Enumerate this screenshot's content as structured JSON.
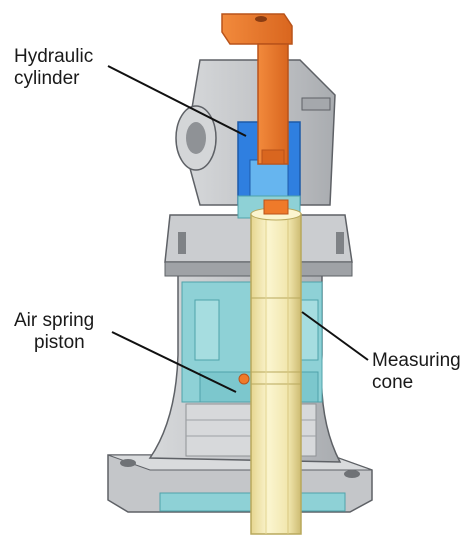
{
  "labels": {
    "hydraulic_cylinder": [
      "Hydraulic",
      "cylinder"
    ],
    "air_spring_piston": [
      "Air spring",
      "piston"
    ],
    "measuring_cone": [
      "Measuring",
      "cone"
    ]
  },
  "colors": {
    "housing": "#c7c9cc",
    "housing_dark": "#8f9296",
    "housing_edge": "#5e6166",
    "orange": "#ef7a2a",
    "orange_dark": "#b9531a",
    "blue": "#2f7fe0",
    "blue_light": "#66b5ef",
    "teal": "#8ed1d6",
    "teal_dark": "#4fa2aa",
    "shaft": "#f4eab2",
    "shaft_dark": "#c7b66a",
    "leader": "#111111"
  }
}
